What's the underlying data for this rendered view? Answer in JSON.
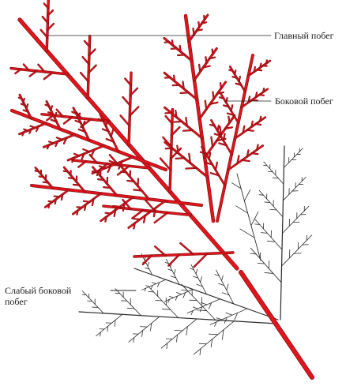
{
  "colors": {
    "main_shoot": "#e2141c",
    "main_shoot_outline": "#7a0a0c",
    "weak_shoot_stroke": "#2a2a2a",
    "weak_shoot_fill": "#ffffff",
    "leader_line": "#222222"
  },
  "labels": {
    "main_shoot": "Главный побег",
    "side_shoot": "Боковой побег",
    "weak_side_shoot_line1": "Слабый боковой",
    "weak_side_shoot_line2": "побег"
  }
}
